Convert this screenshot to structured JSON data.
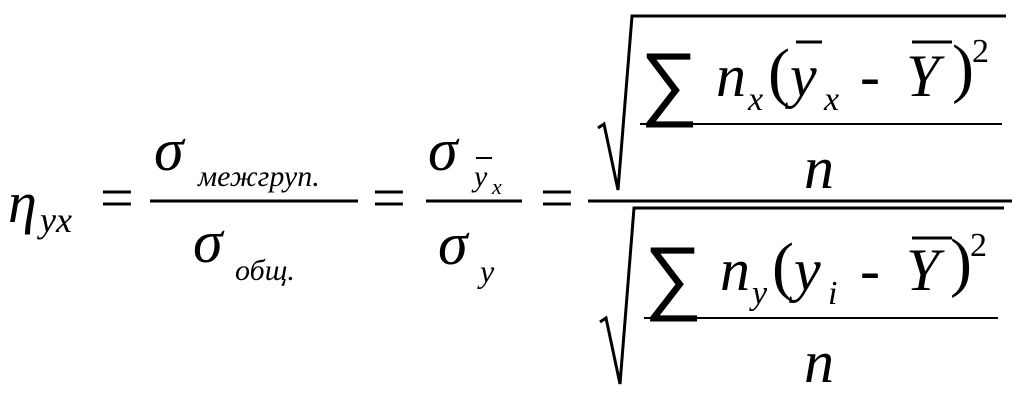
{
  "formula": {
    "lhs": {
      "symbol": "η",
      "sub": "yx"
    },
    "equals": "=",
    "ratio1": {
      "num": {
        "symbol": "σ",
        "sub": "межгруп."
      },
      "den": {
        "symbol": "σ",
        "sub": "общ."
      }
    },
    "ratio2": {
      "num": {
        "symbol": "σ",
        "sub_var": "y",
        "sub_sub": "x"
      },
      "den": {
        "symbol": "σ",
        "sub": "y"
      }
    },
    "ratio3": {
      "top": {
        "sum": "∑",
        "n": "n",
        "n_sub": "x",
        "lparen": "(",
        "y": "y",
        "y_sub": "x",
        "minus": "-",
        "Y": "Y",
        "rparen": ")",
        "pow": "2",
        "divisor": "n"
      },
      "bottom": {
        "sum": "∑",
        "n": "n",
        "n_sub": "y",
        "lparen": "(",
        "y": "y",
        "y_sub": "i",
        "minus": "-",
        "Y": "Y",
        "rparen": ")",
        "pow": "2",
        "divisor": "n"
      }
    }
  }
}
